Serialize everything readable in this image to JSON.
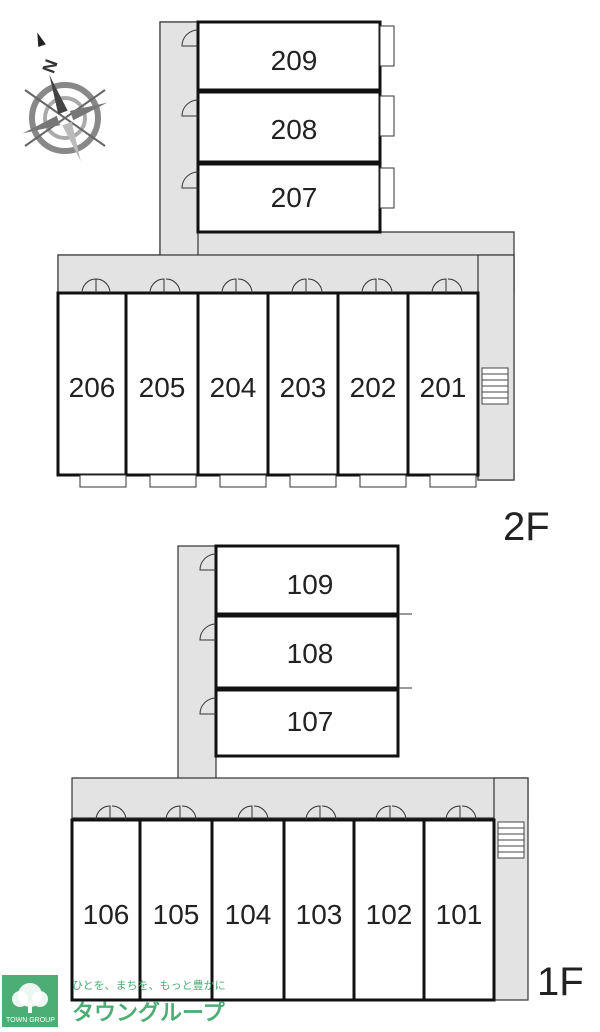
{
  "floors": [
    {
      "label": "2F",
      "wing_units": [
        "209",
        "208",
        "207"
      ],
      "row_units": [
        "206",
        "205",
        "204",
        "203",
        "202",
        "201"
      ]
    },
    {
      "label": "1F",
      "wing_units": [
        "109",
        "108",
        "107"
      ],
      "row_units": [
        "106",
        "105",
        "104",
        "103",
        "102",
        "101"
      ]
    }
  ],
  "compass": {
    "north_label": "N",
    "icon": "compass-rose-icon"
  },
  "logo": {
    "tagline": "ひとを、まちを、もっと豊かに",
    "name": "タウングループ",
    "small": "TOWN GROUP",
    "color": "#4cae75"
  }
}
